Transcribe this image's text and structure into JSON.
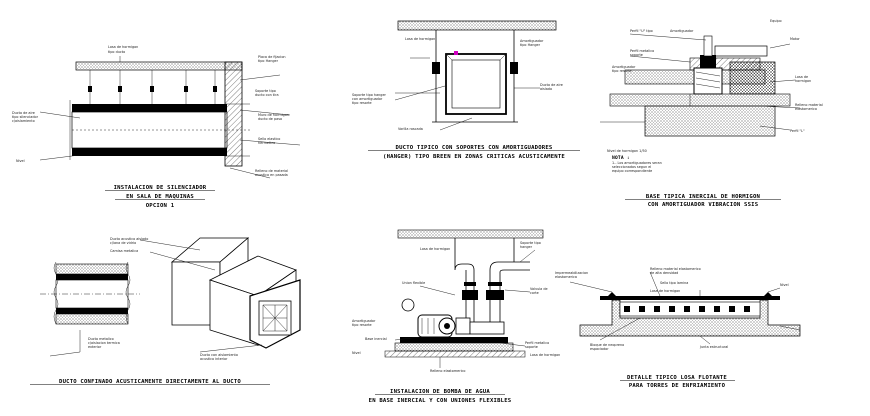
{
  "details": [
    {
      "id": "silenciadores",
      "caption_lines": [
        "INSTALACION DE SILENCIADOR",
        "EN SALA DE MAQUINAS",
        "OPCION 1"
      ]
    },
    {
      "id": "ducto-soportes",
      "caption_lines": [
        "DUCTO TIPICO CON SOPORTES CON AMORTIGUADORES",
        "(HANGER) TIPO BREEN EN ZONAS CRITICAS ACUSTICAMENTE"
      ]
    },
    {
      "id": "base-inercial",
      "caption_lines": [
        "BASE TIPICA INERCIAL DE HORMIGON",
        "CON AMORTIGUADOR VIBRACION SSIS"
      ],
      "note_label": "NOTA :"
    },
    {
      "id": "ducto-confinado",
      "caption_lines": [
        "DUCTO CONFINADO ACUSTICAMENTE DIRECTAMENTE AL DUCTO"
      ]
    },
    {
      "id": "bomba-agua",
      "caption_lines": [
        "INSTALACION DE BOMBA DE AGUA",
        "EN BASE INERCIAL Y CON UNIONES FLEXIBLES"
      ]
    },
    {
      "id": "losa-flotante",
      "caption_lines": [
        "DETALLE TIPICO LOSA FLOTANTE",
        "PARA TORRES DE ENFRIAMIENTO"
      ]
    }
  ]
}
